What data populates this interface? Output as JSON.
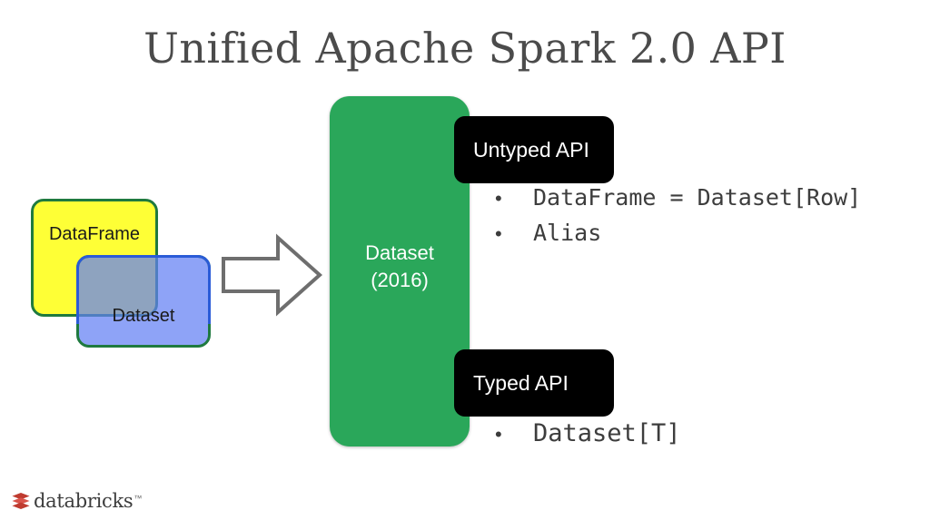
{
  "slide": {
    "title": "Unified Apache Spark 2.0 API",
    "background_color": "#ffffff",
    "title_color": "#4b4b4b"
  },
  "legacy_boxes": {
    "dataframe": {
      "label": "DataFrame",
      "fill_color": "#feff36",
      "border_color": "#1f7a3f"
    },
    "dataset": {
      "label": "Dataset",
      "fill_color": "#637ff4",
      "border_color": "#1f7a3f"
    }
  },
  "arrow": {
    "name": "right-arrow",
    "stroke_color": "#6e6e6e",
    "fill_color": "#ffffff"
  },
  "unified_box": {
    "line1": "Dataset",
    "line2": "(2016)",
    "fill_color": "#2aa75a",
    "text_color": "#ffffff"
  },
  "api_sections": [
    {
      "pill_label": "Untyped API",
      "pill_color": "#000000",
      "pill_text_color": "#ffffff",
      "bullets": [
        {
          "marker": "•",
          "text": "DataFrame = Dataset[Row]"
        },
        {
          "marker": "•",
          "text": "Alias"
        }
      ]
    },
    {
      "pill_label": "Typed API",
      "pill_color": "#000000",
      "pill_text_color": "#ffffff",
      "bullets": [
        {
          "marker": "•",
          "text": "Dataset[T]"
        }
      ]
    }
  ],
  "footer": {
    "logo_name": "databricks-logo",
    "wordmark": "databricks",
    "trademark": "™",
    "mark_color": "#bf3b30",
    "wordmark_color": "#3c3c3c"
  }
}
